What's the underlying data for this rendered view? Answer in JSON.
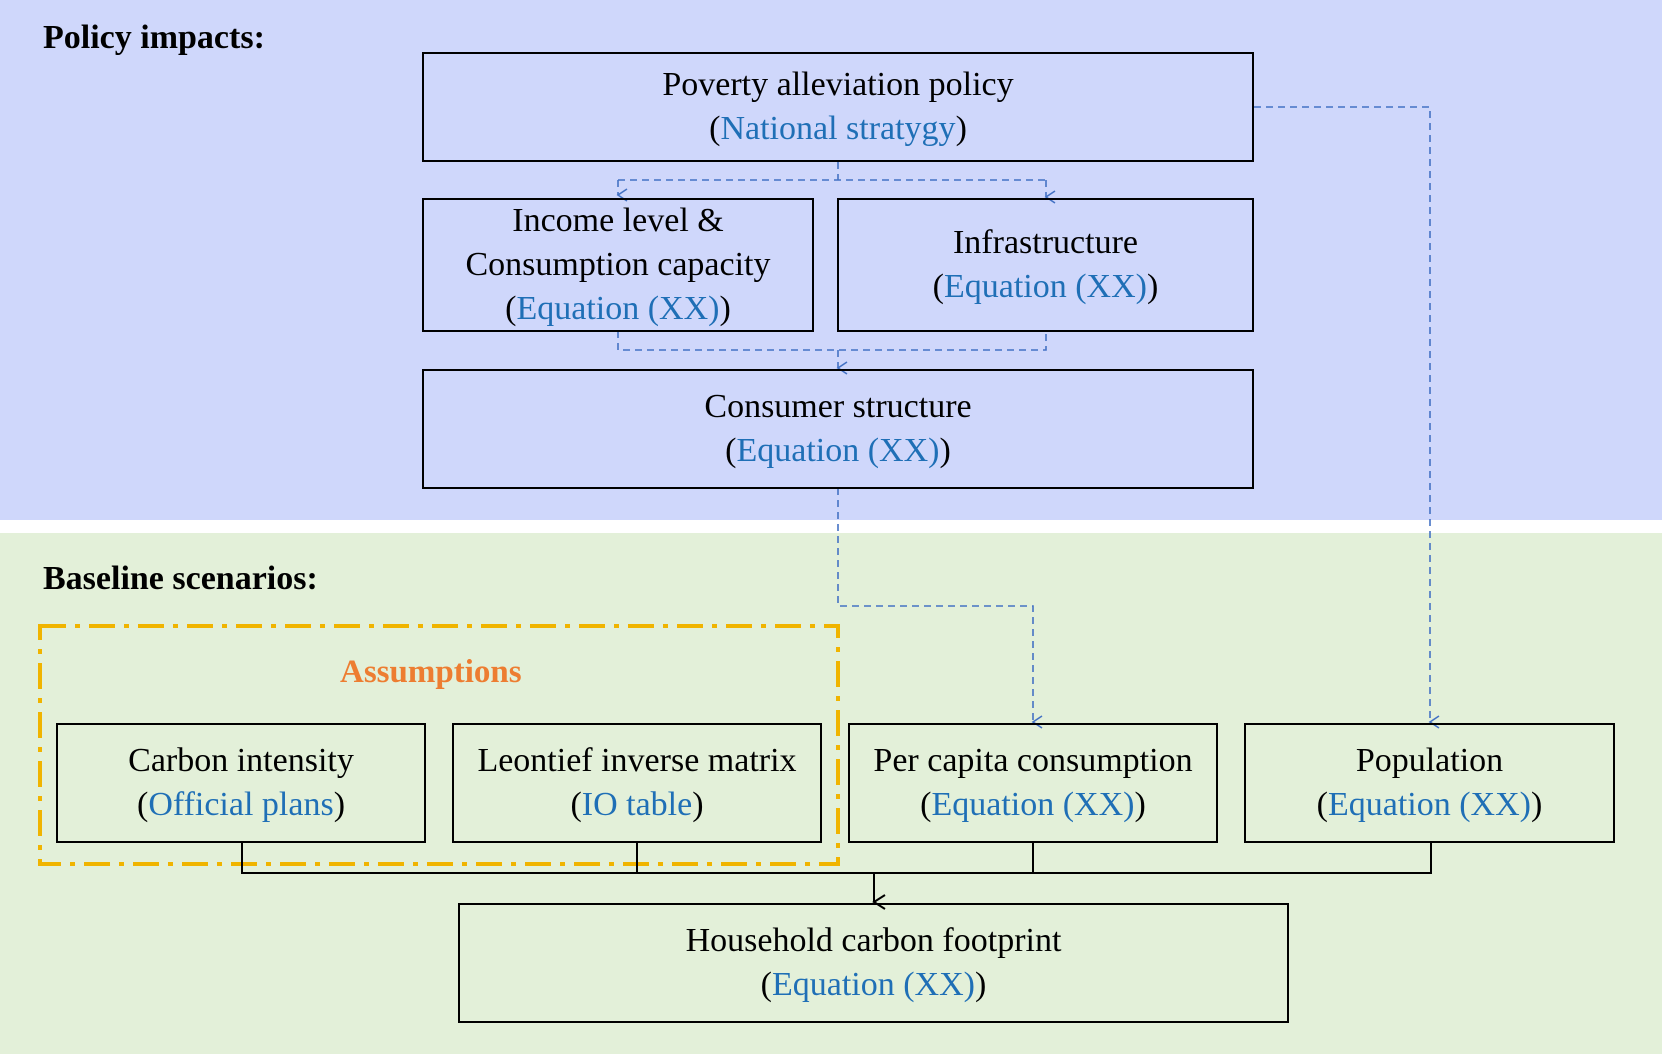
{
  "sections": {
    "policy_title": "Policy impacts:",
    "baseline_title": "Baseline scenarios:",
    "assumptions_label": "Assumptions"
  },
  "nodes": {
    "poverty": {
      "title": "Poverty alleviation policy",
      "source": "National stratygy"
    },
    "income": {
      "title_line1": "Income level &",
      "title_line2": "Consumption capacity",
      "source": "Equation (XX)"
    },
    "infrastructure": {
      "title": "Infrastructure",
      "source": "Equation (XX)"
    },
    "consumer": {
      "title": "Consumer structure",
      "source": "Equation (XX)"
    },
    "carbon_intensity": {
      "title": "Carbon intensity",
      "source": "Official plans"
    },
    "leontief": {
      "title": "Leontief inverse matrix",
      "source": "IO table"
    },
    "per_capita": {
      "title": "Per capita consumption",
      "source": "Equation (XX)"
    },
    "population": {
      "title": "Population",
      "source": "Equation (XX)"
    },
    "household": {
      "title": "Household carbon footprint",
      "source": "Equation (XX)"
    }
  },
  "colors": {
    "policy_band": "#cfd7fb",
    "baseline_band": "#e3f0d9",
    "source_text": "#1f6fb6",
    "dashed_arrow": "#4472c4",
    "assumptions_frame": "#f0b400",
    "assumptions_label": "#ed7d31"
  }
}
